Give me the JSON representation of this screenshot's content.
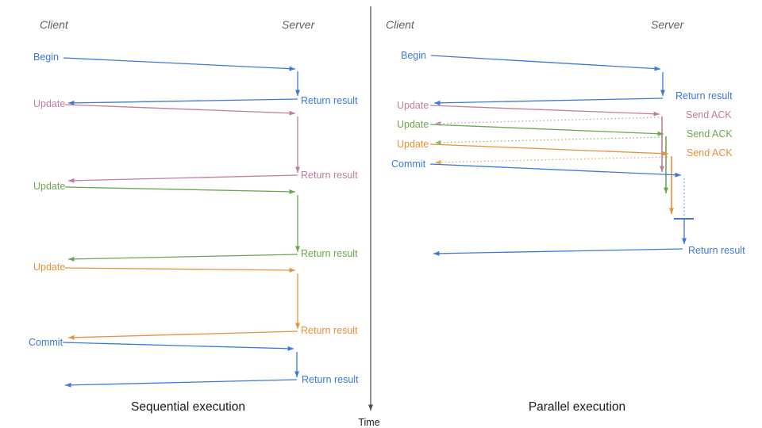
{
  "colors": {
    "blue": "#3c78d8",
    "pink": "#c27ba0",
    "green": "#6aa84f",
    "orange": "#e69138",
    "header": "#616161",
    "caption": "#1a1a1a",
    "axis": "#4d4d4d"
  },
  "time_axis": {
    "label": "Time"
  },
  "left": {
    "caption": "Sequential execution",
    "client_label": "Client",
    "server_label": "Server",
    "messages": [
      {
        "label": "Begin",
        "response": "Return result"
      },
      {
        "label": "Update",
        "response": "Return result"
      },
      {
        "label": "Update",
        "response": "Return result"
      },
      {
        "label": "Update",
        "response": "Return result"
      },
      {
        "label": "Commit",
        "response": "Return result"
      }
    ]
  },
  "right": {
    "caption": "Parallel execution",
    "client_label": "Client",
    "server_label": "Server",
    "messages": [
      {
        "label": "Begin",
        "response": "Return result"
      },
      {
        "label": "Update",
        "response": "Send ACK"
      },
      {
        "label": "Update",
        "response": "Send ACK"
      },
      {
        "label": "Update",
        "response": "Send ACK"
      },
      {
        "label": "Commit",
        "response": "Return result"
      }
    ]
  }
}
